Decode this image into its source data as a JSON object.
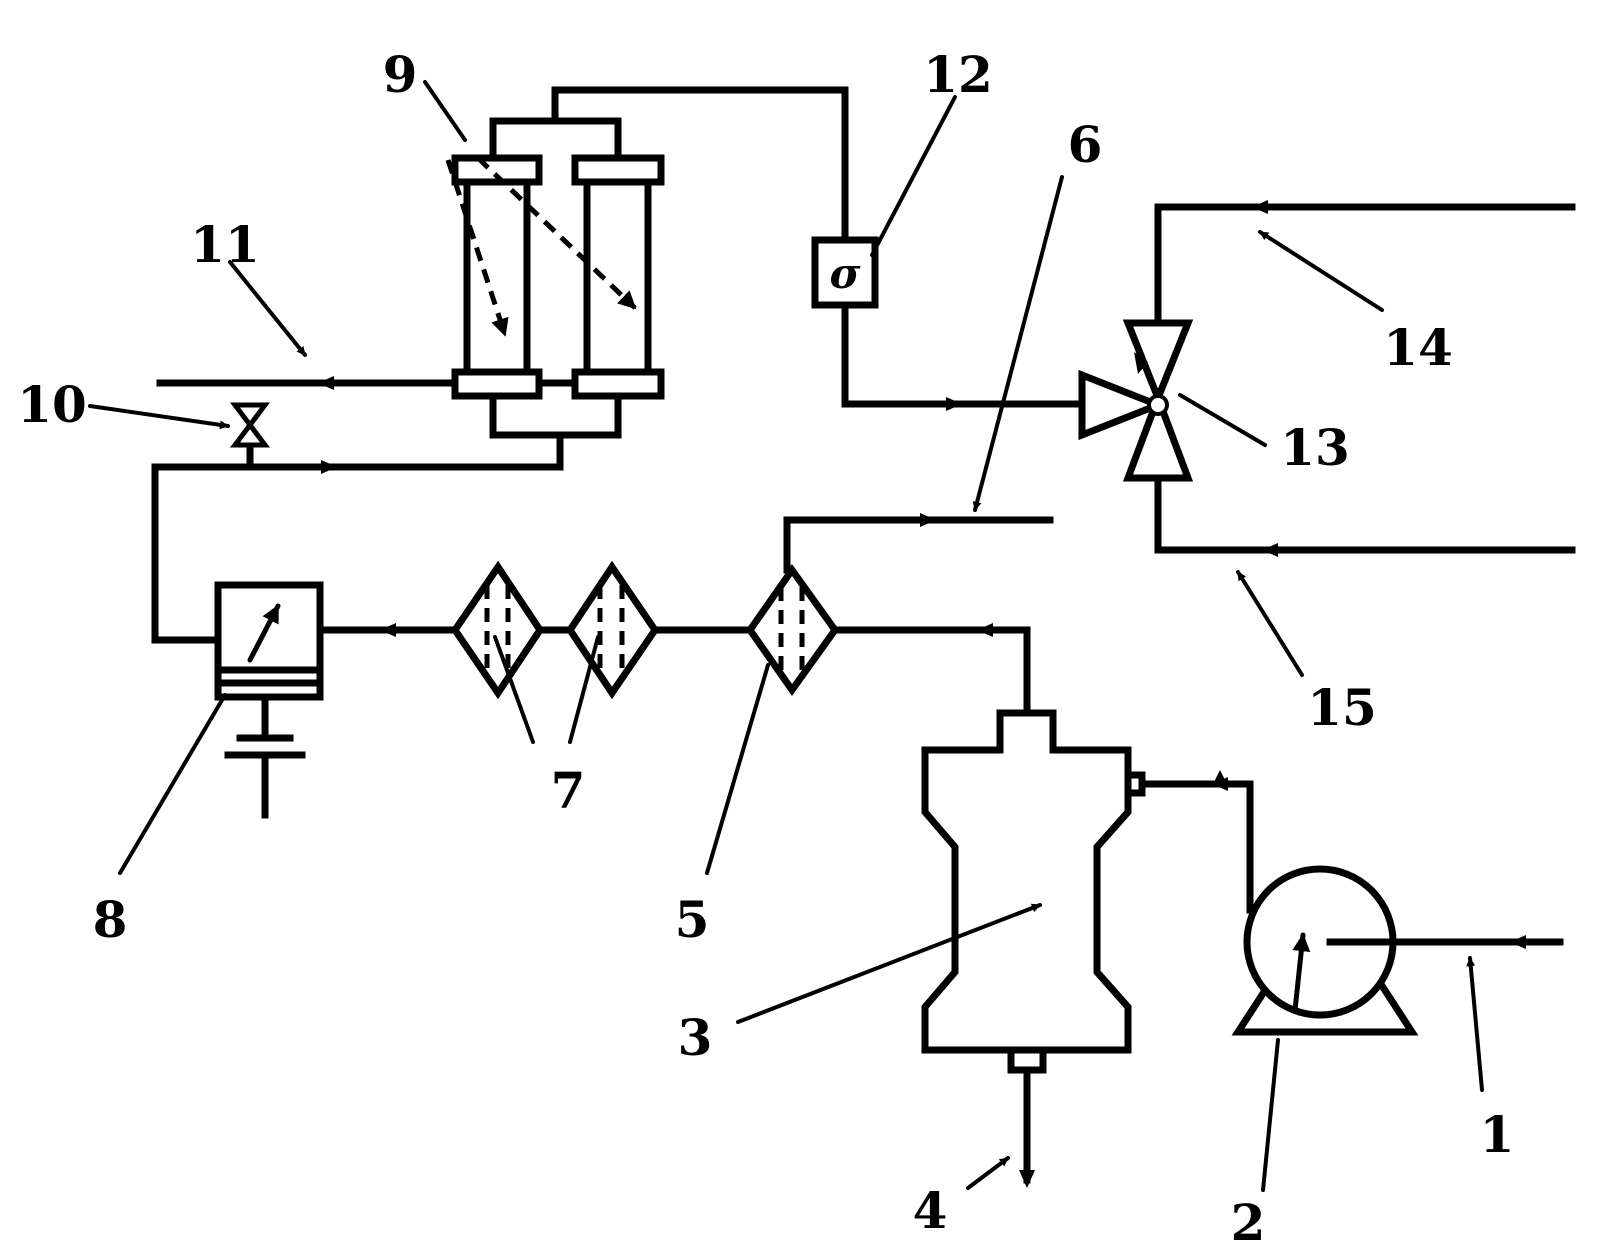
{
  "labels": {
    "n1": "1",
    "n2": "2",
    "n3": "3",
    "n4": "4",
    "n5": "5",
    "n6": "6",
    "n7": "7",
    "n8": "8",
    "n9": "9",
    "n10": "10",
    "n11": "11",
    "n12": "12",
    "n13": "13",
    "n14": "14",
    "n15": "15"
  },
  "gauge_symbol": "σ"
}
